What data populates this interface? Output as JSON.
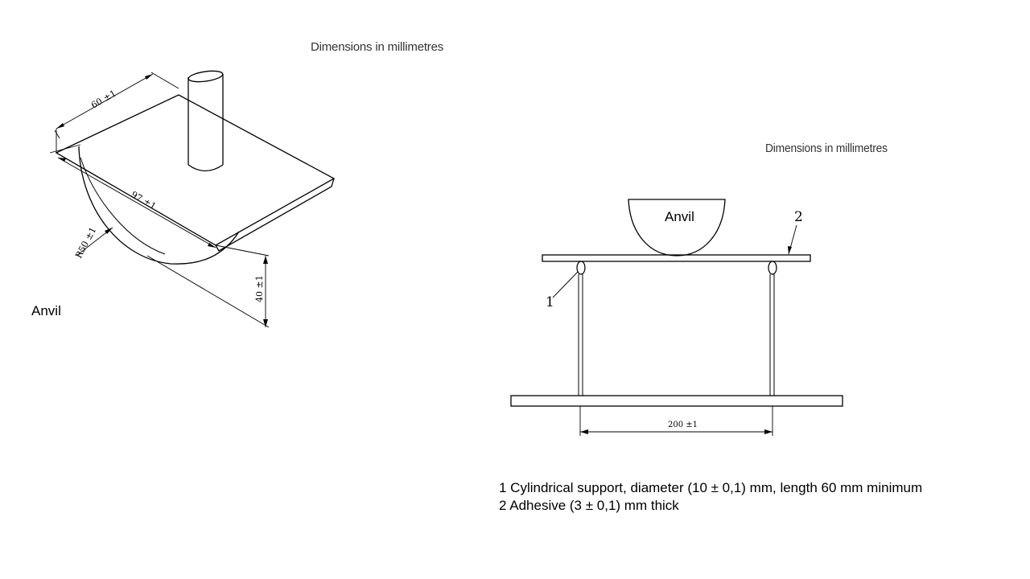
{
  "left_diagram": {
    "title": "Dimensions in millimetres",
    "anvil_label": "Anvil",
    "dim_width": "60 ±1",
    "dim_length": "97 ±1",
    "dim_radius": "R50 ±1",
    "dim_height": "40 ±1"
  },
  "right_diagram": {
    "title": "Dimensions in millimetres",
    "anvil_label": "Anvil",
    "callout_1": "1",
    "callout_2": "2",
    "dim_span": "200 ±1"
  },
  "legend": [
    "1 Cylindrical support, diameter (10 ± 0,1) mm, length 60 mm minimum",
    "2 Adhesive (3 ± 0,1) mm thick"
  ]
}
